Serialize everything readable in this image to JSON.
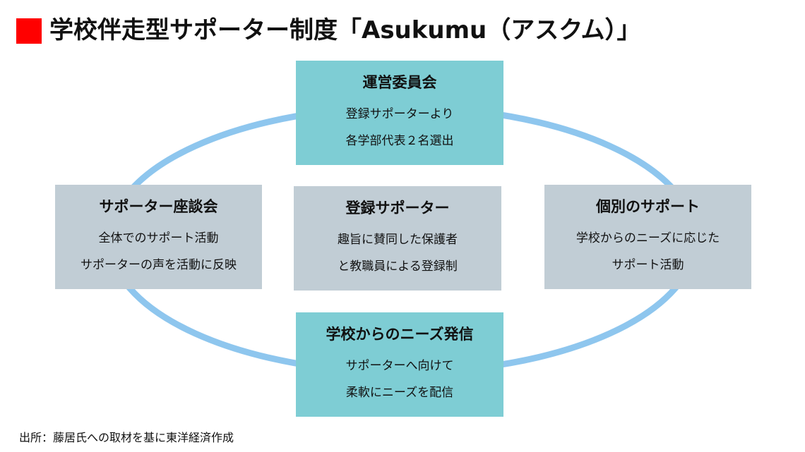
{
  "title": "学校伴走型サポーター制度「Asukumu（アスクム）」",
  "colors": {
    "accent": "#ff0000",
    "ring": "#8ec6ee",
    "teal_box": "#7ecdd4",
    "grey_box": "#c1cdd5"
  },
  "boxes": {
    "top": {
      "heading": "運営委員会",
      "line1": "登録サポーターより",
      "line2": "各学部代表２名選出"
    },
    "left": {
      "heading": "サポーター座談会",
      "line1": "全体でのサポート活動",
      "line2": "サポーターの声を活動に反映"
    },
    "center": {
      "heading": "登録サポーター",
      "line1": "趣旨に賛同した保護者",
      "line2": "と教職員による登録制"
    },
    "right": {
      "heading": "個別のサポート",
      "line1": "学校からのニーズに応じた",
      "line2": "サポート活動"
    },
    "bottom": {
      "heading": "学校からのニーズ発信",
      "line1": "サポーターへ向けて",
      "line2": "柔軟にニーズを配信"
    }
  },
  "source": "出所：藤居氏への取材を基に東洋経済作成"
}
